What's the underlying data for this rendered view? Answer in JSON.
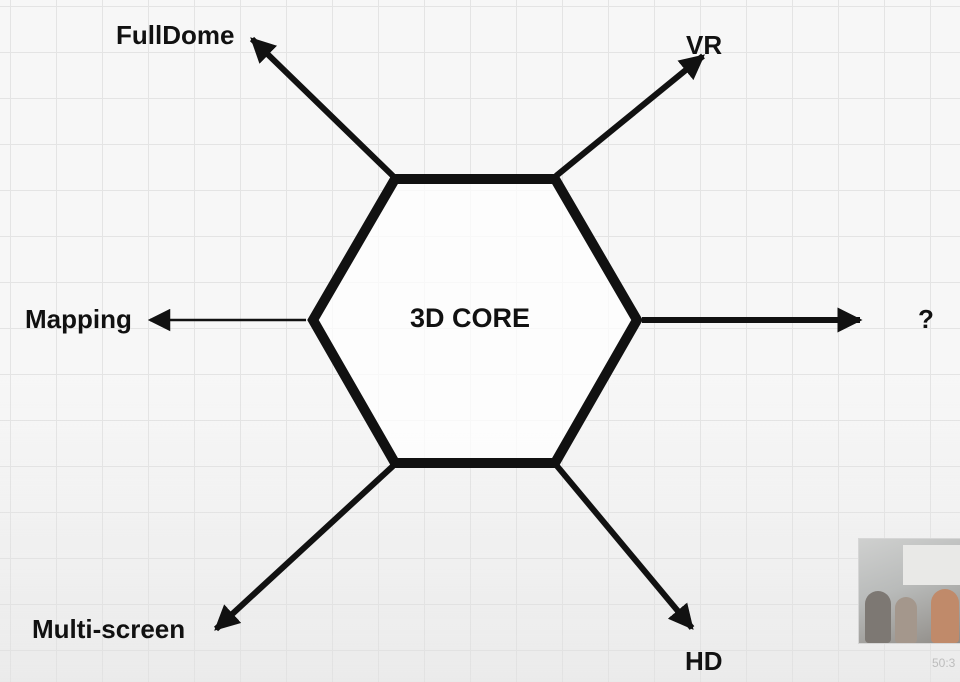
{
  "diagram": {
    "center_label": "3D CORE",
    "outputs": {
      "fulldome": "FullDome",
      "vr": "VR",
      "mapping": "Mapping",
      "unknown": "?",
      "multiscreen": "Multi-screen",
      "hd": "HD"
    }
  },
  "video_overlay": {
    "timestamp": "50:3"
  },
  "colors": {
    "ink": "#111111",
    "background": "#f7f7f7",
    "grid": "#e4e4e4"
  }
}
